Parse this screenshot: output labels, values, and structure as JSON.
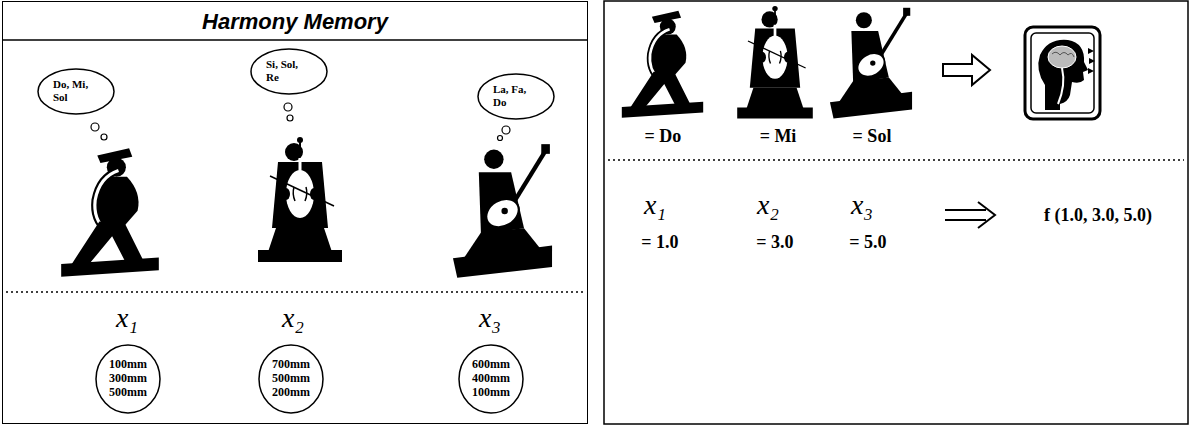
{
  "diagram": {
    "nodes": [
      {
        "text": [
          "Harmony Memory"
        ]
      },
      {
        "text": [
          "Do, Mi, Sol"
        ],
        "in": 0
      },
      {
        "text": [
          "Si, Sol, Re"
        ],
        "in": 0
      },
      {
        "text": [
          "La, Fa, Do"
        ],
        "in": 0
      },
      {
        "text": [
          "100mm 300mm 500mm"
        ],
        "in": 0
      },
      {
        "text": [
          "700mm 500mm 200mm"
        ],
        "in": 0
      },
      {
        "text": [
          "600mm 400mm 100mm"
        ],
        "in": 0
      }
    ],
    "labels": [
      "x₁",
      "x₂",
      "x₃",
      "= Do",
      "= Mi",
      "= Sol",
      "x₁",
      "x₂",
      "x₃",
      "= 1.0",
      "= 3.0",
      "= 5.0",
      "f (1.0, 3.0, 5.0)"
    ]
  }
}
